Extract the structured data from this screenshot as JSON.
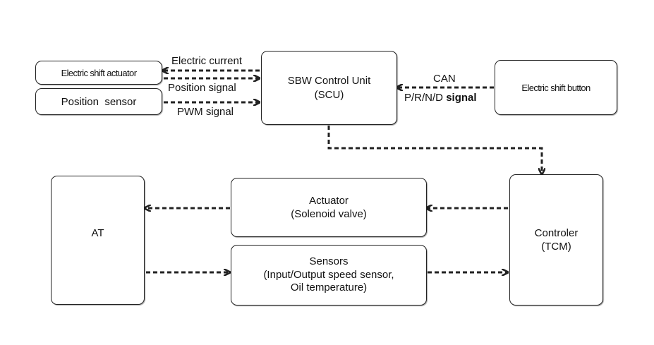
{
  "boxes": {
    "electric_shift_actuator": "Electric shift actuator",
    "position_sensor": "Position  sensor",
    "scu_line1": "SBW Control Unit",
    "scu_line2": "(SCU)",
    "electric_shift_button": "Electric shift button",
    "at": "AT",
    "actuator_line1": "Actuator",
    "actuator_line2": "(Solenoid valve)",
    "sensors_line1": "Sensors",
    "sensors_line2": "(Input/Output speed sensor,",
    "sensors_line3": "Oil temperature)",
    "tcm_line1": "Controler",
    "tcm_line2": "(TCM)"
  },
  "signals": {
    "electric_current": "Electric current",
    "position_signal": "Position signal",
    "pwm_signal": "PWM signal",
    "can": "CAN",
    "prnd_prefix": "P/R/N/D",
    "prnd_signal": "signal"
  },
  "colors": {
    "stroke": "#222222",
    "background": "#ffffff"
  }
}
